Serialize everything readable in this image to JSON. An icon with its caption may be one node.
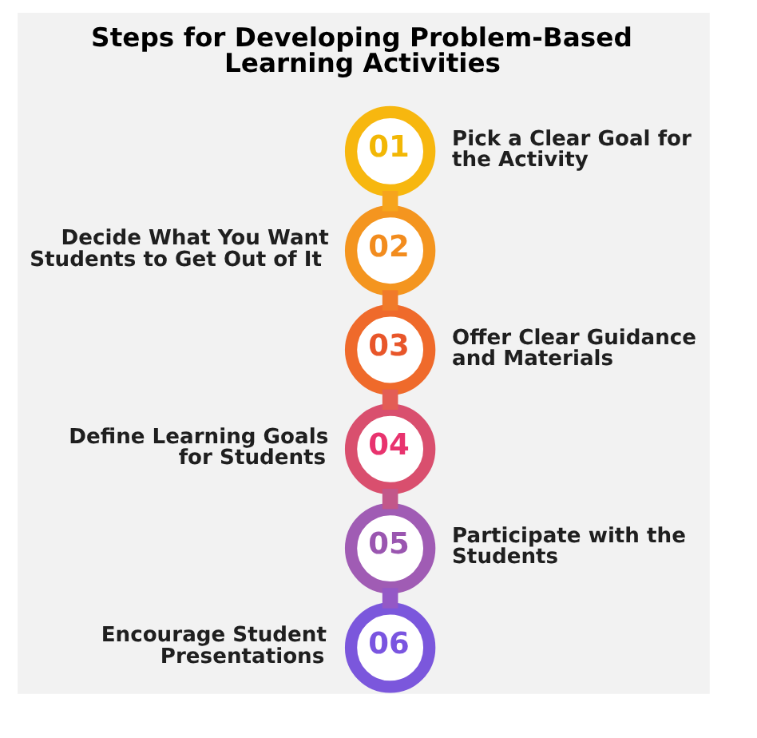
{
  "diagram": {
    "title": "Steps for Developing Problem-Based Learning Activities",
    "nodes": [
      {
        "text": [
          "01"
        ],
        "beside": [
          "Pick a Clear Goal for the Activity"
        ]
      },
      {
        "text": [
          "02"
        ],
        "beside": [
          "Decide What You Want Students to Get Out of It"
        ]
      },
      {
        "text": [
          "03"
        ],
        "beside": [
          "Offer Clear Guidance and Materials"
        ]
      },
      {
        "text": [
          "04"
        ],
        "beside": [
          "Define Learning Goals for Students"
        ]
      },
      {
        "text": [
          "05"
        ],
        "beside": [
          "Participate with the Students"
        ]
      },
      {
        "text": [
          "06"
        ],
        "beside": [
          "Encourage Student Presentations"
        ]
      }
    ],
    "edges": [
      {
        "from": 0,
        "to": 1,
        "arrow": "none",
        "color": "#f6a41c"
      },
      {
        "from": 1,
        "to": 2,
        "arrow": "none",
        "color": "#f07a2a"
      },
      {
        "from": 2,
        "to": 3,
        "arrow": "none",
        "color": "#e35d55"
      },
      {
        "from": 3,
        "to": 4,
        "arrow": "none",
        "color": "#c2578a"
      },
      {
        "from": 4,
        "to": 5,
        "arrow": "none",
        "color": "#9458c6"
      }
    ]
  }
}
